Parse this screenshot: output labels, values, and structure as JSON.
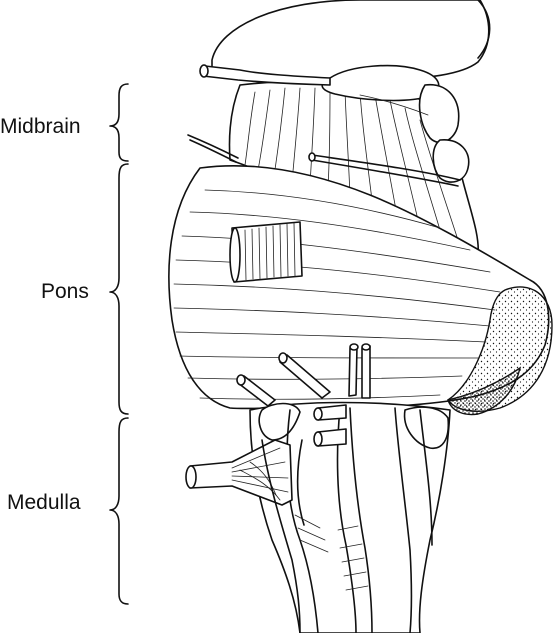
{
  "labels": {
    "midbrain": "Midbrain",
    "pons": "Pons",
    "medulla": "Medulla"
  }
}
